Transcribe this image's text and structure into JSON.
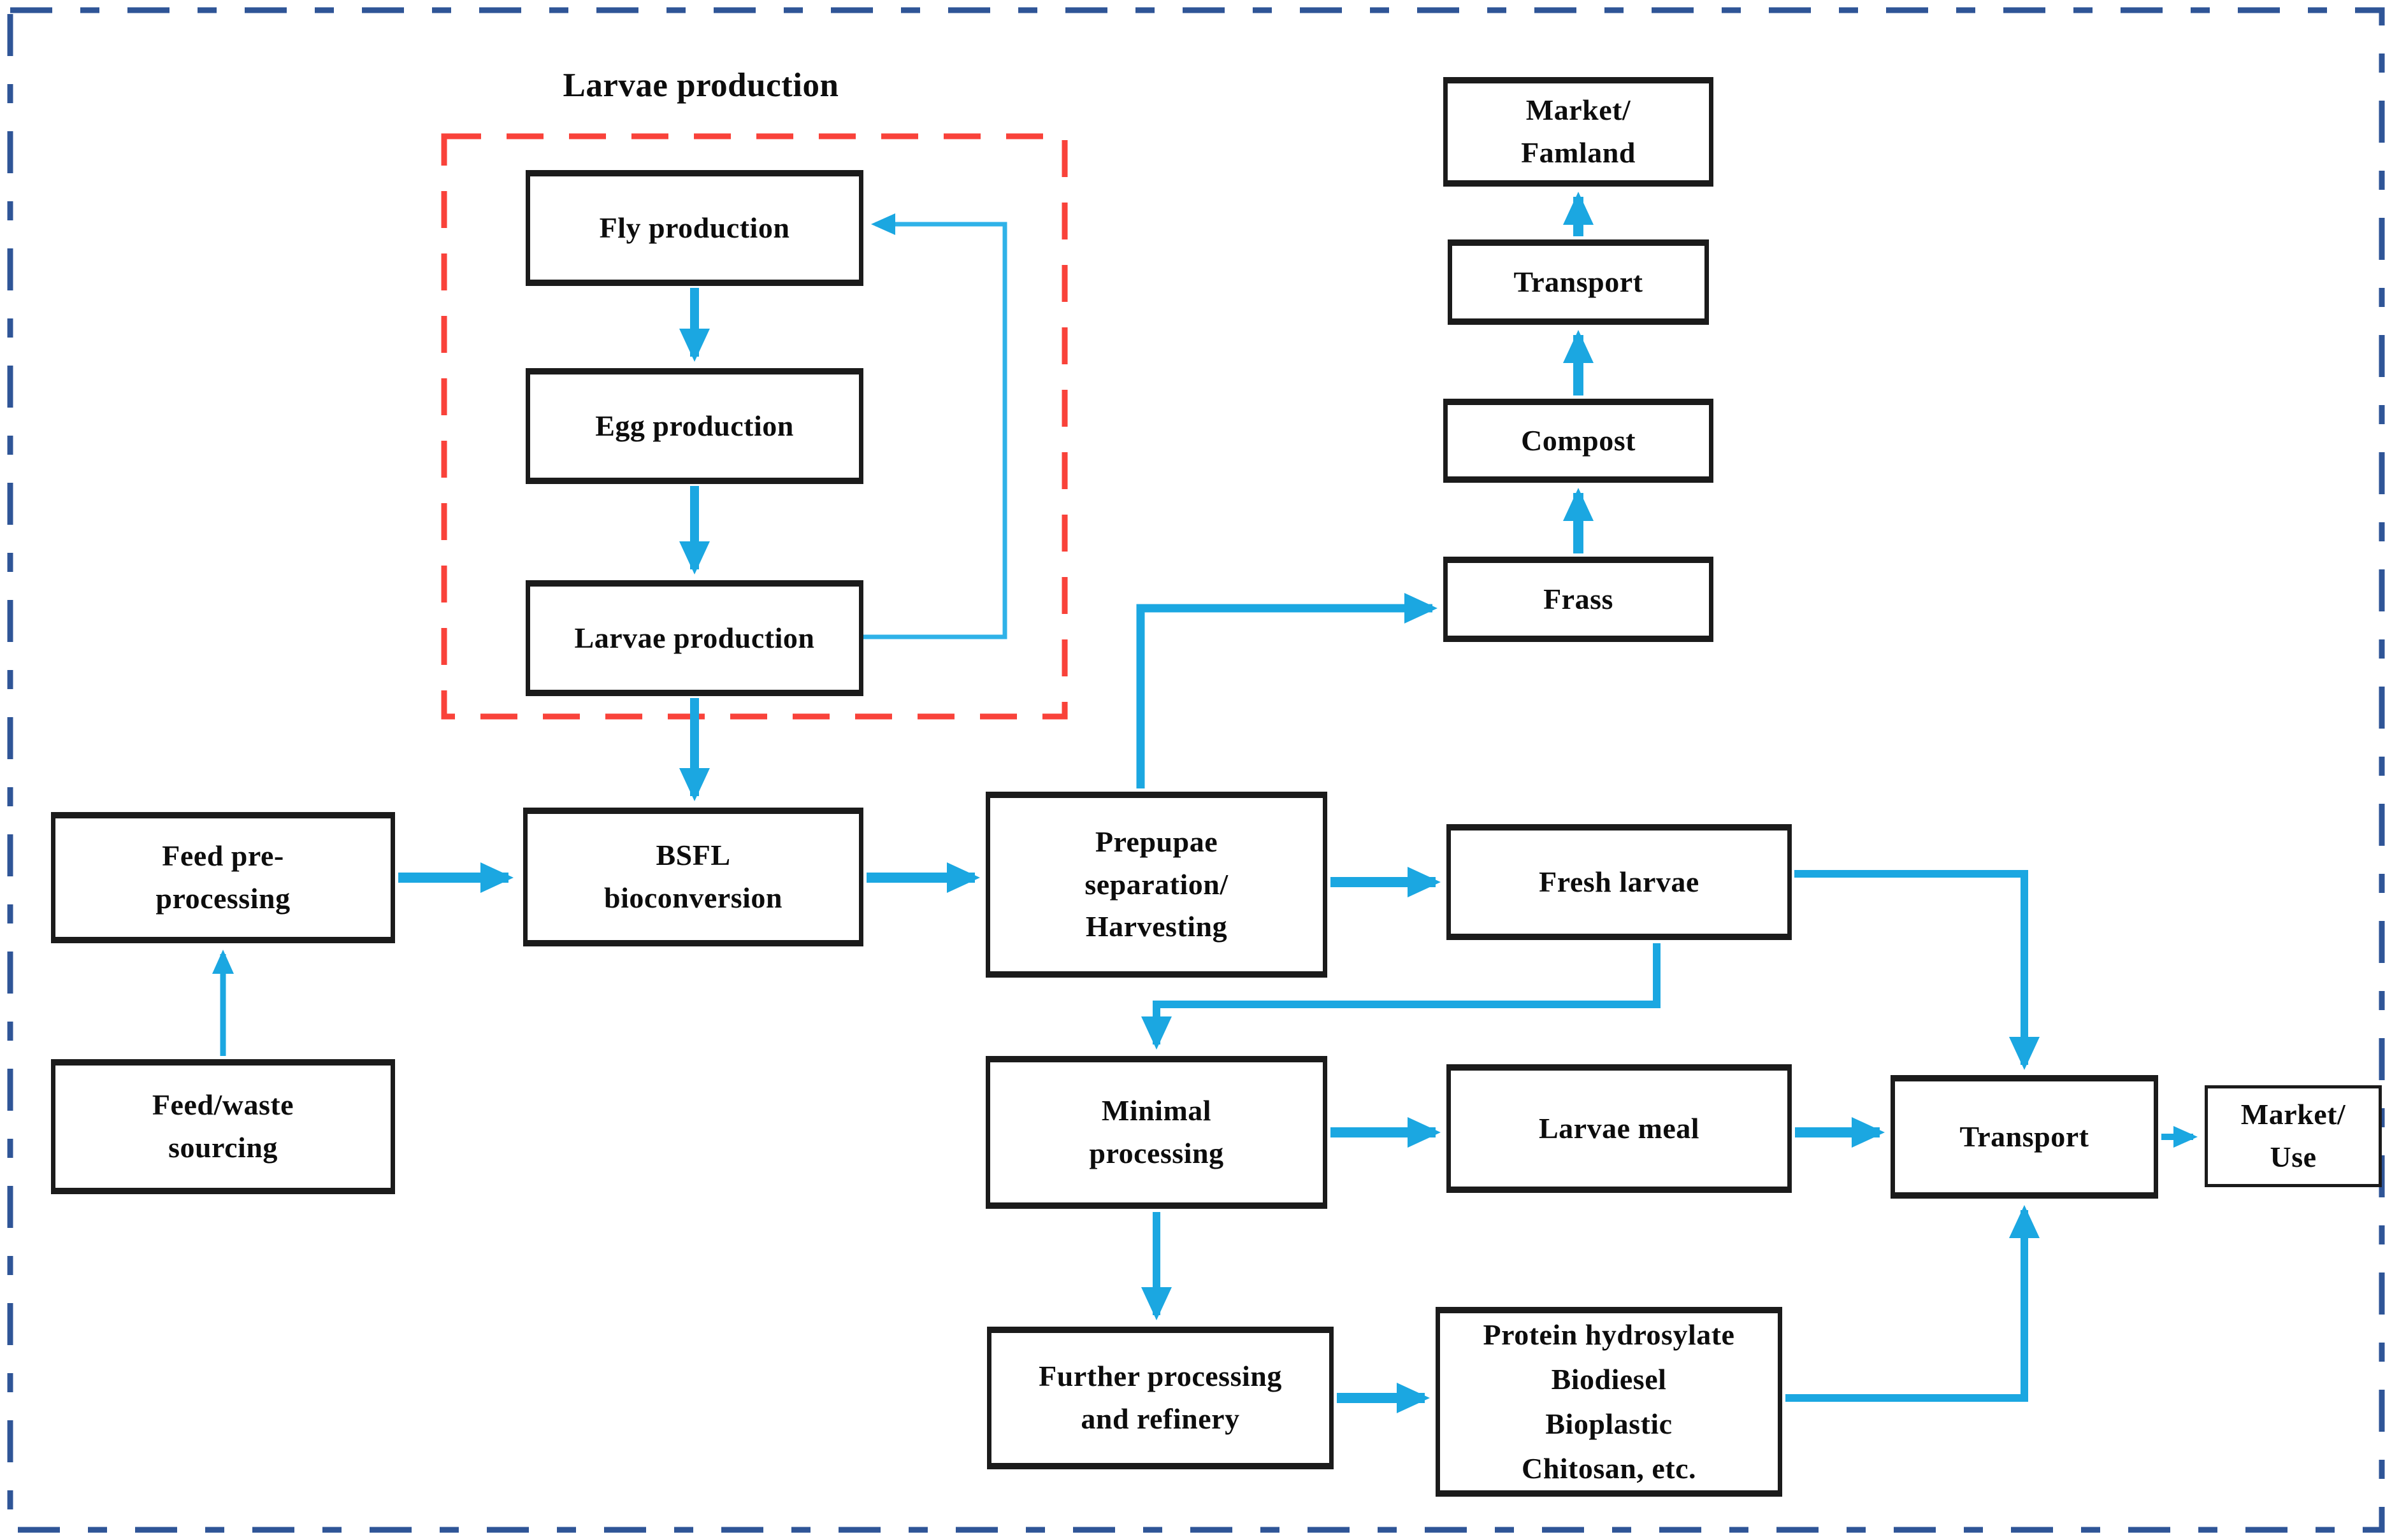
{
  "figure": {
    "group_label": "Larvae production",
    "description_type": "flowchart"
  },
  "nodes": {
    "fly_production": {
      "label": "Fly production"
    },
    "egg_production": {
      "label": "Egg production"
    },
    "larvae_production": {
      "label": "Larvae production"
    },
    "market_farmland": {
      "label": "Market/\nFamland"
    },
    "transport_compost": {
      "label": "Transport"
    },
    "compost": {
      "label": "Compost"
    },
    "frass": {
      "label": "Frass"
    },
    "feed_pre_processing": {
      "label": "Feed pre-\nprocessing"
    },
    "bsfl_bioconversion": {
      "label": "BSFL\nbioconversion"
    },
    "prepupae_separation": {
      "label": "Prepupae\nseparation/\nHarvesting"
    },
    "fresh_larvae": {
      "label": "Fresh larvae"
    },
    "feed_waste_sourcing": {
      "label": "Feed/waste\nsourcing"
    },
    "minimal_processing": {
      "label": "Minimal\nprocessing"
    },
    "larvae_meal": {
      "label": "Larvae meal"
    },
    "transport_products": {
      "label": "Transport"
    },
    "market_use": {
      "label": "Market/\nUse"
    },
    "further_processing": {
      "label": "Further processing\nand refinery"
    },
    "refined_products": {
      "label": "Protein hydrosylate\nBiodiesel\nBioplastic\nChitosan, etc."
    }
  },
  "edges": [
    {
      "from": "fly_production",
      "to": "egg_production"
    },
    {
      "from": "egg_production",
      "to": "larvae_production"
    },
    {
      "from": "larvae_production",
      "to": "fly_production",
      "note": "feedback loop"
    },
    {
      "from": "larvae_production",
      "to": "bsfl_bioconversion"
    },
    {
      "from": "feed_waste_sourcing",
      "to": "feed_pre_processing"
    },
    {
      "from": "feed_pre_processing",
      "to": "bsfl_bioconversion"
    },
    {
      "from": "bsfl_bioconversion",
      "to": "prepupae_separation"
    },
    {
      "from": "prepupae_separation",
      "to": "frass"
    },
    {
      "from": "frass",
      "to": "compost"
    },
    {
      "from": "compost",
      "to": "transport_compost"
    },
    {
      "from": "transport_compost",
      "to": "market_farmland"
    },
    {
      "from": "prepupae_separation",
      "to": "fresh_larvae"
    },
    {
      "from": "fresh_larvae",
      "to": "transport_products"
    },
    {
      "from": "fresh_larvae",
      "to": "minimal_processing"
    },
    {
      "from": "minimal_processing",
      "to": "larvae_meal"
    },
    {
      "from": "larvae_meal",
      "to": "transport_products"
    },
    {
      "from": "minimal_processing",
      "to": "further_processing"
    },
    {
      "from": "further_processing",
      "to": "refined_products"
    },
    {
      "from": "refined_products",
      "to": "transport_products"
    },
    {
      "from": "transport_products",
      "to": "market_use"
    }
  ],
  "colors": {
    "arrow": "#1BA7E1",
    "feedback_arrow": "#2FB2E8",
    "outer_border": "#2F5597",
    "group_border": "#F9423A",
    "box_border": "#1B1B1B",
    "text": "#0D0D0D",
    "background": "#FFFFFF"
  }
}
